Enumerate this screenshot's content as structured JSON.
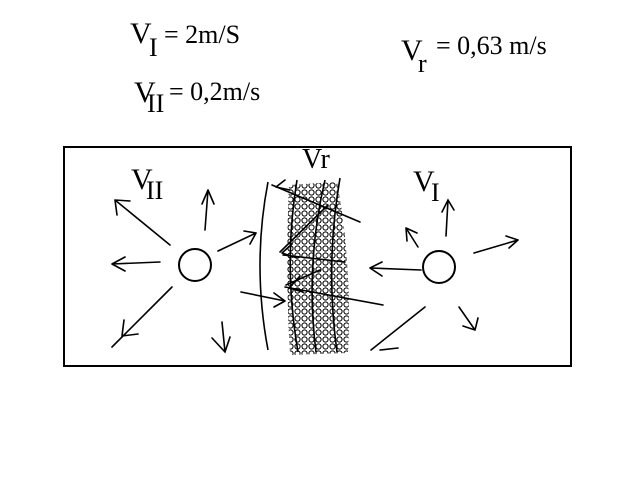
{
  "equations": {
    "v1": {
      "base": "V",
      "sub": "I",
      "rhs": "= 2m/S"
    },
    "v2": {
      "base": "V",
      "sub": "II",
      "rhs": "= 0,2m/s"
    },
    "vr": {
      "base": "V",
      "sub": "r",
      "rhs": "= 0,63 m/s"
    }
  },
  "diagram": {
    "label_left": {
      "base": "V",
      "sub": "II"
    },
    "label_center": "Vr",
    "label_right": {
      "base": "V",
      "sub": "I"
    }
  },
  "colors": {
    "ink": "#000000",
    "paper": "#ffffff"
  }
}
